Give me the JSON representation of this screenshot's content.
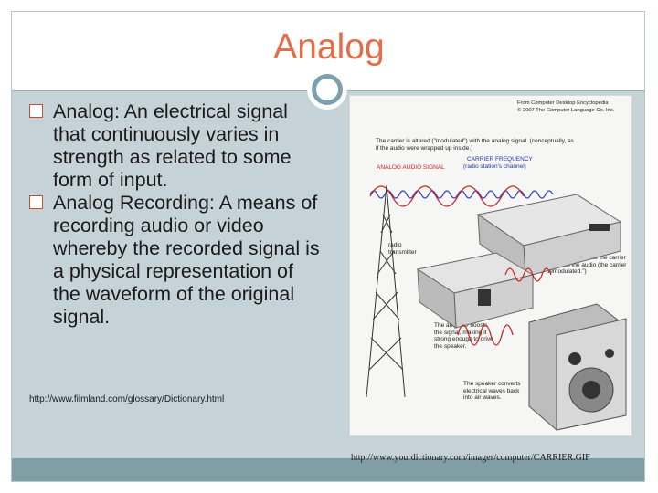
{
  "slide": {
    "title": "Analog",
    "colors": {
      "title": "#e46c46",
      "content_band": "#c5d3d8",
      "footer_band": "#7f9ea5",
      "ring": "#7aa1ad"
    }
  },
  "bullets": [
    {
      "term": "Analog:",
      "text": " An electrical signal that continuously varies in strength as related to some form of input."
    },
    {
      "term": "Analog Recording:",
      "text": " A means of recording audio or video whereby the recorded signal is a physical representation of the waveform of the original signal."
    }
  ],
  "source_left": "http://www.filmland.com/glossary/Dictionary.html",
  "figure": {
    "source_lines": [
      "From Computer Desktop Encyclopedia",
      "© 2007 The Computer Language Co. Inc."
    ],
    "caption_1": "The carrier is altered (\"modulated\") with the analog signal. (conceptually, as if the audio were wrapped up inside.)",
    "carrier_label_1": "CARRIER FREQUENCY",
    "carrier_label_2": "(radio station's channel)",
    "audio_label": "ANALOG AUDIO SIGNAL",
    "transmitter_label": "radio transmitter",
    "tuner_label": "The tuner latches onto the carrier and isolates the audio (the carrier is \"demodulated.\")",
    "amplifier_label": "The amplifier boosts the signal, making it strong enough to drive the speaker.",
    "speaker_label": "The speaker converts electrical waves back into air waves."
  },
  "source_right": "http://www.yourdictionary.com/images/computer/CARRIER.GIF"
}
